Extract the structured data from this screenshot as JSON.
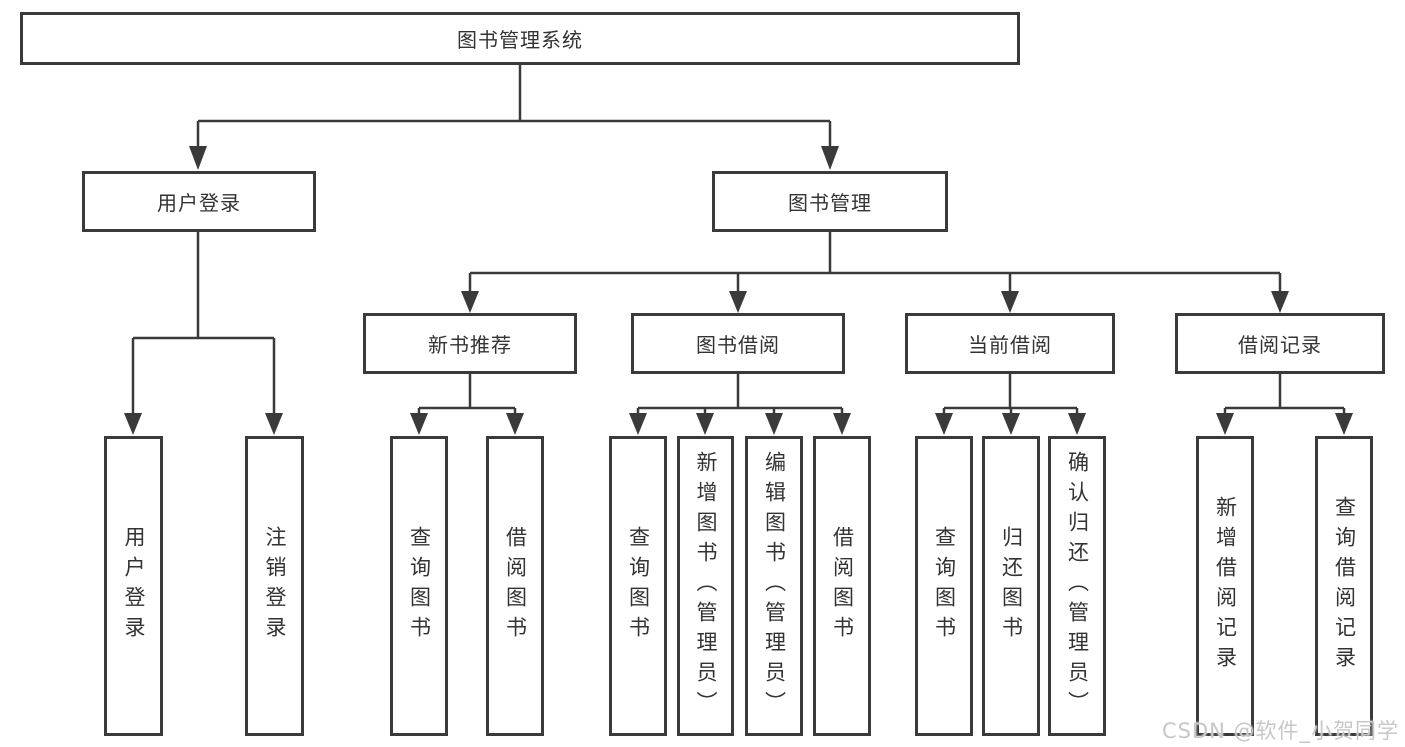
{
  "diagram": {
    "type": "tree-structure-chart",
    "root": {
      "label": "图书管理系统"
    },
    "level2": [
      {
        "label": "用户登录"
      },
      {
        "label": "图书管理"
      }
    ],
    "level3": [
      {
        "label": "新书推荐",
        "parent": "图书管理"
      },
      {
        "label": "图书借阅",
        "parent": "图书管理"
      },
      {
        "label": "当前借阅",
        "parent": "图书管理"
      },
      {
        "label": "借阅记录",
        "parent": "图书管理"
      }
    ],
    "leaves": [
      {
        "label": "用户登录",
        "parent": "用户登录"
      },
      {
        "label": "注销登录",
        "parent": "用户登录"
      },
      {
        "label": "查询图书",
        "parent": "新书推荐"
      },
      {
        "label": "借阅图书",
        "parent": "新书推荐"
      },
      {
        "label": "查询图书",
        "parent": "图书借阅"
      },
      {
        "label": "新增图书（管理员）",
        "parent": "图书借阅"
      },
      {
        "label": "编辑图书（管理员）",
        "parent": "图书借阅"
      },
      {
        "label": "借阅图书",
        "parent": "图书借阅"
      },
      {
        "label": "查询图书",
        "parent": "当前借阅"
      },
      {
        "label": "归还图书",
        "parent": "当前借阅"
      },
      {
        "label": "确认归还（管理员）",
        "parent": "当前借阅"
      },
      {
        "label": "新增借阅记录",
        "parent": "借阅记录"
      },
      {
        "label": "查询借阅记录",
        "parent": "借阅记录"
      }
    ]
  },
  "watermark": {
    "text": "CSDN @软件_小贺同学"
  },
  "colors": {
    "line": "#3a3a3a",
    "box_border": "#3a3a3a",
    "box_background": "#ffffff",
    "text": "#333333",
    "page_background": "#ffffff",
    "watermark": "#c7c7c7"
  }
}
